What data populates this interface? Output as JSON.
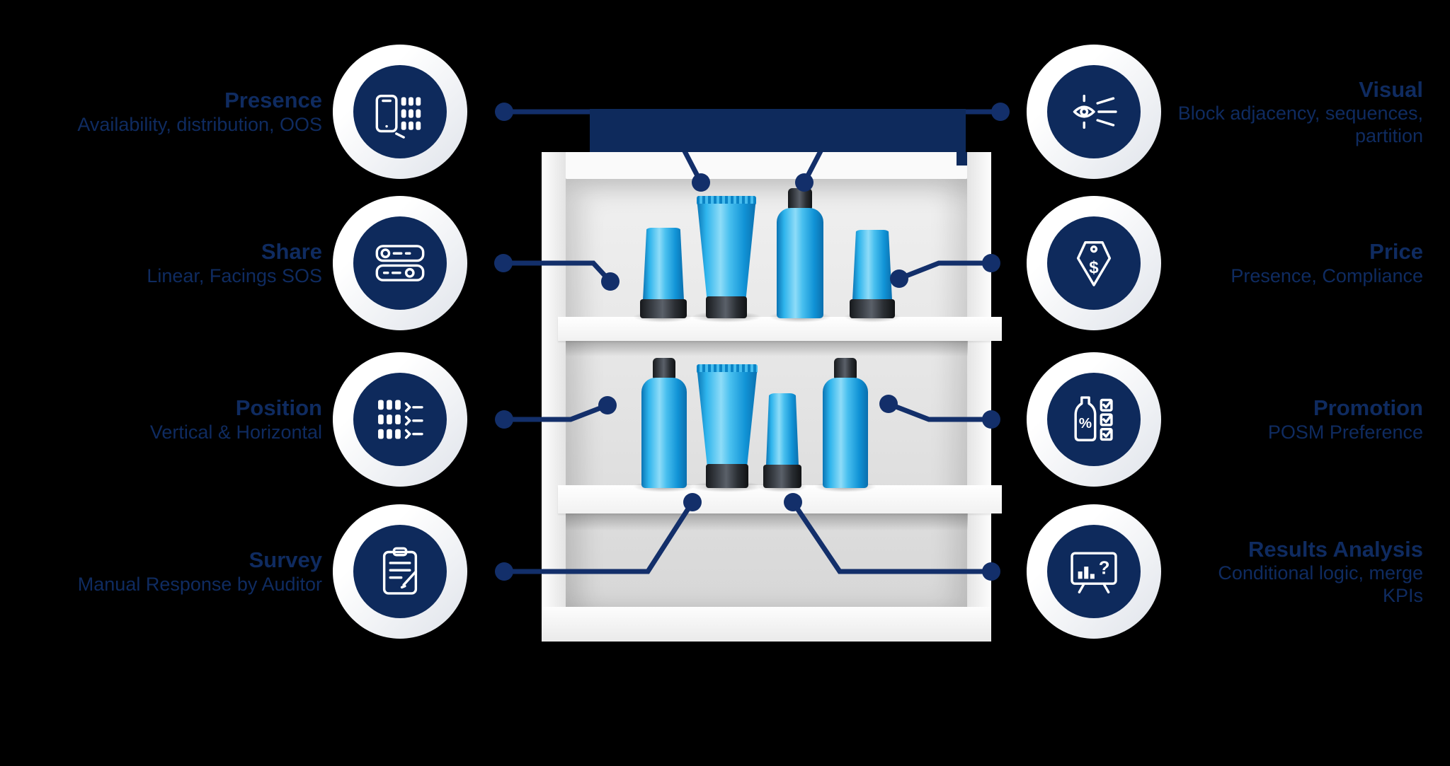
{
  "infographic": {
    "background_color": "#000000",
    "accent_navy": "#0e2a5c",
    "connector_color": "#132f6a",
    "product_color": "#1ba2e4",
    "center_visual": "retail shelf with blue cosmetic bottles and tubes, two shelves, four products per shelf"
  },
  "callouts": {
    "left": [
      {
        "title": "Presence",
        "subtitle": "Availability, distribution, OOS",
        "icon": "phone-shelf-icon"
      },
      {
        "title": "Share",
        "subtitle": "Linear, Facings SOS",
        "icon": "shelf-rows-icon"
      },
      {
        "title": "Position",
        "subtitle": "Vertical & Horizontal",
        "icon": "shelf-checklist-icon"
      },
      {
        "title": "Survey",
        "subtitle": "Manual Response by Auditor",
        "icon": "clipboard-pencil-icon"
      }
    ],
    "right": [
      {
        "title": "Visual",
        "subtitle": "Block adjacency, sequences, partition",
        "icon": "eye-scan-icon"
      },
      {
        "title": "Price",
        "subtitle": "Presence, Compliance",
        "icon": "price-tag-icon"
      },
      {
        "title": "Promotion",
        "subtitle": "POSM Preference",
        "icon": "promo-checklist-icon"
      },
      {
        "title": "Results Analysis",
        "subtitle": "Conditional logic, merge KPIs",
        "icon": "analytics-board-icon"
      }
    ]
  }
}
